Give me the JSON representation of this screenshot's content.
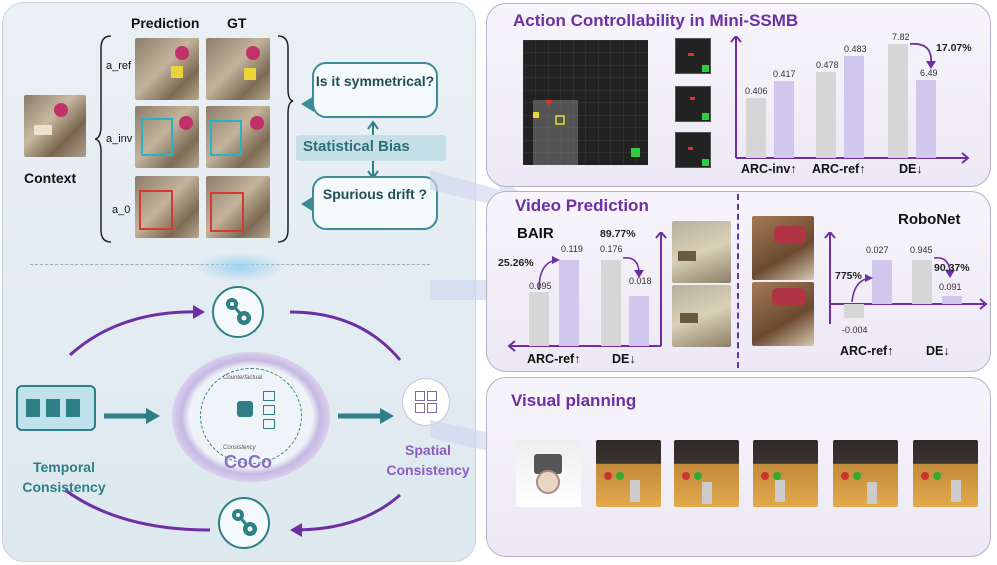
{
  "left": {
    "prediction_label": "Prediction",
    "gt_label": "GT",
    "context_label": "Context",
    "rows": [
      "a_ref",
      "a_inv",
      "a_0"
    ],
    "bubble_top": "Is it symmetrical?",
    "bias_label": "Statistical Bias",
    "bubble_bottom": "Spurious drift ?",
    "temporal_label": "Temporal Consistency",
    "spatial_label": "Spatial Consistency",
    "coco_label": "CoCo",
    "coco_ring_top": "Counterfactual",
    "coco_ring_bottom": "Consistency"
  },
  "action_panel": {
    "title": "Action Controllability in Mini-SSMB",
    "values": [
      "0.406",
      "0.417",
      "0.478",
      "0.483",
      "7.82",
      "6.49"
    ],
    "pct": "17.07%",
    "x_labels": [
      "ARC-inv↑",
      "ARC-ref↑",
      "DE↓"
    ]
  },
  "video_panel": {
    "title": "Video Prediction",
    "bair_label": "BAIR",
    "bair_values": [
      "0.095",
      "0.119",
      "0.176",
      "0.018"
    ],
    "bair_pcts": [
      "25.26%",
      "89.77%"
    ],
    "bair_x_labels": [
      "ARC-ref↑",
      "DE↓"
    ],
    "robonet_label": "RoboNet",
    "robonet_values": [
      "-0.004",
      "0.027",
      "0.945",
      "0.091"
    ],
    "robonet_pcts": [
      "775%",
      "90.37%"
    ],
    "robonet_x_labels": [
      "ARC-ref↑",
      "DE↓"
    ]
  },
  "planning_panel": {
    "title": "Visual planning"
  },
  "colors": {
    "purple": "#6d2fa3",
    "teal": "#2f7f86",
    "bar_gray": "#d6d6d6",
    "bar_purple": "#cfc7ec"
  }
}
